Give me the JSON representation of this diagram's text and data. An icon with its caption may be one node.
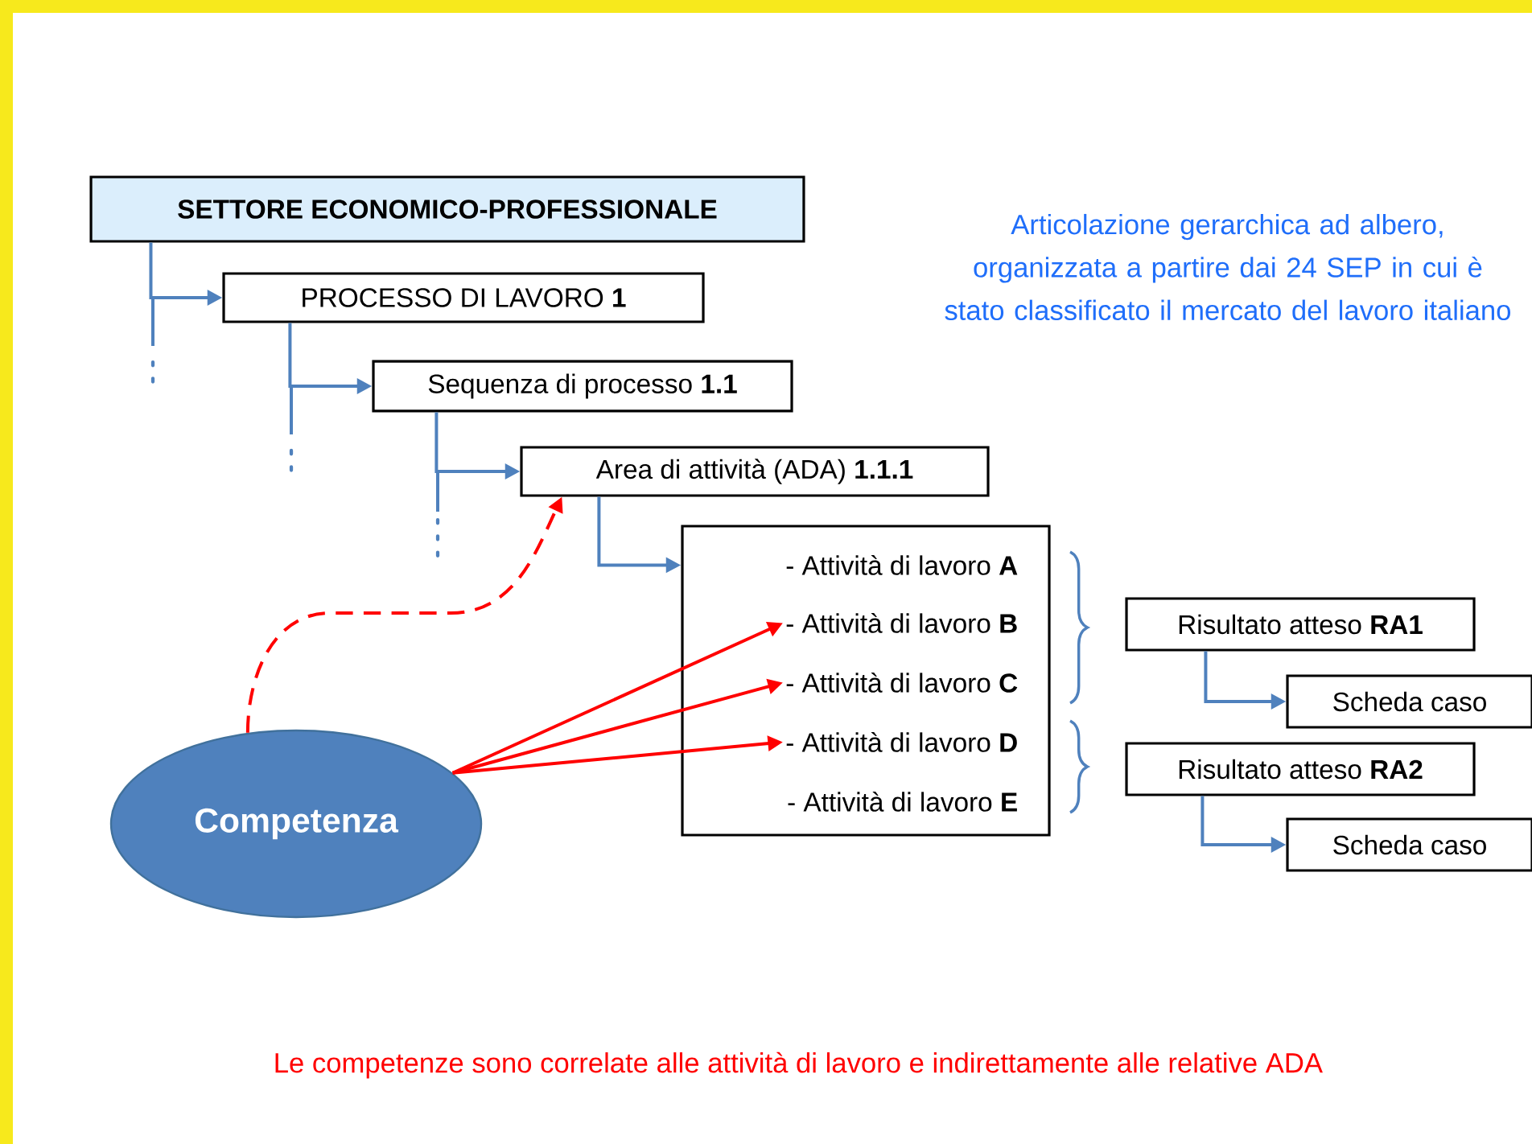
{
  "diagram": {
    "caption": "Le competenze sono correlate alle attività di lavoro e indirettamente alle relative ADA",
    "nodes": [
      {
        "text": [
          "SETTORE ECONOMICO-PROFESSIONALE"
        ]
      },
      {
        "text": [
          "PROCESSO DI LAVORO  **1**"
        ]
      },
      {
        "text": [
          "Sequenza di processo  **1.1**"
        ]
      },
      {
        "text": [
          "Area di attività (ADA)  **1.1.1**"
        ]
      },
      {
        "text": [],
        "shape": "box"
      },
      {
        "text": [
          "- Attività di lavoro  **A**"
        ],
        "in": 4
      },
      {
        "text": [
          "- Attività di lavoro  **B**"
        ],
        "in": 4
      },
      {
        "text": [
          "- Attività di lavoro  **C**"
        ],
        "in": 4
      },
      {
        "text": [
          "- Attività di lavoro  **D**"
        ],
        "in": 4
      },
      {
        "text": [
          "- Attività di lavoro  **E**"
        ],
        "in": 4
      },
      {
        "text": [
          "Risultato atteso **RA1**"
        ]
      },
      {
        "text": [
          "Scheda caso"
        ]
      },
      {
        "text": [
          "Risultato atteso **RA2**"
        ]
      },
      {
        "text": [
          "Scheda caso"
        ]
      },
      {
        "text": [
          "Competenza"
        ]
      }
    ],
    "edges": [
      {
        "from": 0,
        "to": 1,
        "arrow": "to"
      },
      {
        "from": 1,
        "to": 2,
        "arrow": "to"
      },
      {
        "from": 2,
        "to": 3,
        "arrow": "to"
      },
      {
        "from": 3,
        "to": 4,
        "arrow": "to"
      },
      {
        "from": 10,
        "to": 11,
        "arrow": "to"
      },
      {
        "from": 12,
        "to": 13,
        "arrow": "to"
      },
      {
        "from": 14,
        "to": 3,
        "arrow": "to",
        "style": "dashed",
        "color": "#ff0000"
      },
      {
        "from": 14,
        "to": 6,
        "arrow": "to",
        "color": "#ff0000"
      },
      {
        "from": 14,
        "to": 7,
        "arrow": "to",
        "color": "#ff0000"
      },
      {
        "from": 14,
        "to": 8,
        "arrow": "to",
        "color": "#ff0000"
      }
    ],
    "labels": [
      "Articolazione gerarchica ad albero, organizzata a partire dai 24 SEP in cui è stato classificato il mercato del lavoro italiano"
    ]
  }
}
